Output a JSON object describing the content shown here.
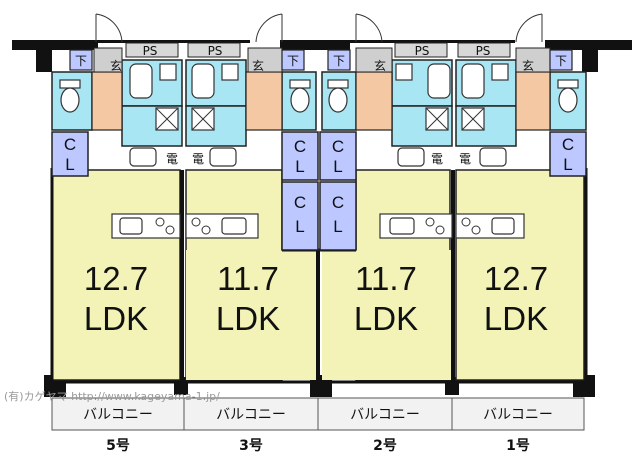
{
  "colors": {
    "ldk": "#f3f3b8",
    "wet": "#a8e6f4",
    "closet": "#bcc8ff",
    "entrance": "#f5c8a4",
    "wall": "#111111",
    "balcony": "#f2f2f2",
    "ps": "#d8d8d8"
  },
  "units": [
    {
      "number": "5号",
      "ldk_size": "12.7",
      "ldk_label": "LDK",
      "balcony": "バルコニー",
      "entrance": "玄",
      "shoe": "下",
      "ps": "PS",
      "meter": "電",
      "closets": [
        "C\nL"
      ]
    },
    {
      "number": "3号",
      "ldk_size": "11.7",
      "ldk_label": "LDK",
      "balcony": "バルコニー",
      "entrance": "玄",
      "shoe": "下",
      "ps": "PS",
      "meter": "電",
      "closets": [
        "C\nL",
        "C\nL"
      ]
    },
    {
      "number": "2号",
      "ldk_size": "11.7",
      "ldk_label": "LDK",
      "balcony": "バルコニー",
      "entrance": "玄",
      "shoe": "下",
      "ps": "PS",
      "meter": "電",
      "closets": [
        "C\nL",
        "C\nL"
      ]
    },
    {
      "number": "1号",
      "ldk_size": "12.7",
      "ldk_label": "LDK",
      "balcony": "バルコニー",
      "entrance": "玄",
      "shoe": "下",
      "ps": "PS",
      "meter": "電",
      "closets": [
        "C\nL"
      ]
    }
  ],
  "watermark": "(有)カゲヤマ  http://www.kageyama-1.jp/"
}
